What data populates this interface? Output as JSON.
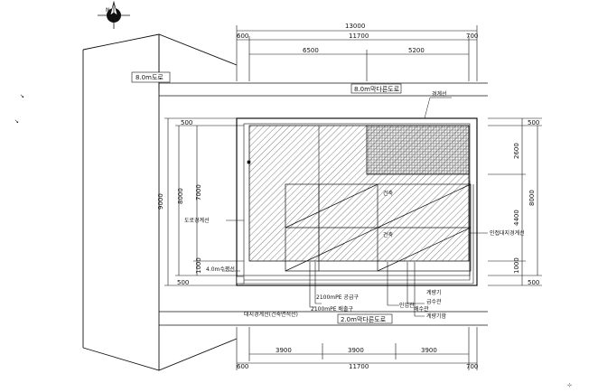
{
  "north_label": "N",
  "dims": {
    "top_total": "13000",
    "top_inner": "11700",
    "top_margin_left": "600",
    "top_margin_right": "700",
    "top_seg1": "6500",
    "top_seg2": "5200",
    "bottom_margin_left": "600",
    "bottom_margin_right": "700",
    "bottom_seg1": "3900",
    "bottom_seg2": "3900",
    "bottom_seg3": "3900",
    "bottom_inner": "11700",
    "left_total": "9000",
    "left_8000": "8000",
    "left_7000": "7000",
    "left_1000": "1000",
    "left_top_small": "500",
    "left_bottom_small": "500",
    "right_top_small": "500",
    "right_2600": "2600",
    "right_4400": "4400",
    "right_8000": "8000",
    "right_1000": "1000",
    "right_bottom_small": "500"
  },
  "roads": {
    "left_road": "8.0m도로",
    "top_road": "8.0m막다른도로",
    "bottom_road": "2.0m막다른도로"
  },
  "labels": {
    "top_callout": "경계선",
    "left_callout": "도로경계선",
    "left_lower_callout": "4.0m수평선",
    "right_callout": "인접대지경계선",
    "center_a": "건축",
    "center_b": "건축",
    "bottom_c1": "대지경계선(건축면적선)",
    "bottom_c2": "2100mPE 배출구",
    "bottom_c3": "2100mPE 공급구",
    "bottom_c4": "인입관",
    "bottom_c5": "계량기",
    "bottom_c6": "급수관",
    "bottom_c7": "배수관",
    "bottom_c8": "계량기함"
  },
  "colors": {
    "ink": "#111111",
    "hatch": "#444444"
  }
}
